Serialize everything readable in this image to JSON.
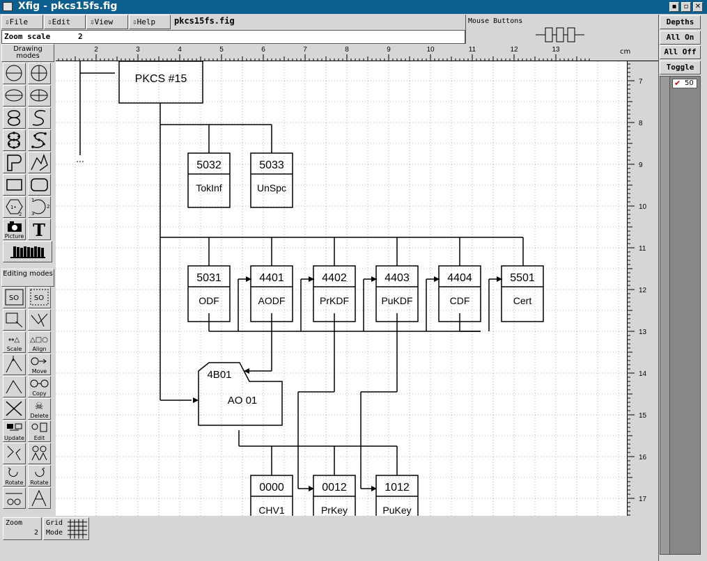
{
  "window": {
    "title": "Xfig - pkcs15fs.fig",
    "controls": [
      "▪",
      "▫",
      "✕"
    ]
  },
  "menu": {
    "file": "File",
    "edit": "Edit",
    "view": "View",
    "help": "Help"
  },
  "filename": "pkcs15fs.fig",
  "mouse_buttons_label": "Mouse Buttons",
  "zoom_scale": {
    "label": "Zoom scale",
    "value": "2"
  },
  "ruler": {
    "unit": "cm",
    "top_ticks": [
      "2",
      "3",
      "4",
      "5",
      "6",
      "7",
      "8",
      "9",
      "10",
      "11",
      "12",
      "13"
    ],
    "side_ticks": [
      "7",
      "8",
      "9",
      "10",
      "11",
      "12",
      "13",
      "14",
      "15",
      "16",
      "17"
    ]
  },
  "panels": {
    "drawing_modes": "Drawing modes",
    "editing_modes": "Editing modes"
  },
  "tool_labels": {
    "picture": "Picture",
    "scale": "Scale",
    "align": "Align",
    "move": "Move",
    "copy": "Copy",
    "delete": "Delete",
    "update": "Update",
    "edit": "Edit",
    "rotate_ccw": "Rotate",
    "rotate_cw": "Rotate"
  },
  "bottom": {
    "zoom_label": "Zoom",
    "zoom_value": "2",
    "grid_label": "Grid",
    "grid_mode": "Mode"
  },
  "depths": {
    "title": "Depths",
    "all_on": "All On",
    "all_off": "All Off",
    "toggle": "Toggle",
    "items": [
      {
        "label": "50",
        "checked": true
      }
    ]
  },
  "diagram": {
    "title_box": "PKCS #15",
    "ellipsis": "...",
    "row1": [
      {
        "id": "5032",
        "name": "TokInf"
      },
      {
        "id": "5033",
        "name": "UnSpc"
      }
    ],
    "row2": [
      {
        "id": "5031",
        "name": "ODF"
      },
      {
        "id": "4401",
        "name": "AODF"
      },
      {
        "id": "4402",
        "name": "PrKDF"
      },
      {
        "id": "4403",
        "name": "PuKDF"
      },
      {
        "id": "4404",
        "name": "CDF"
      },
      {
        "id": "5501",
        "name": "Cert"
      }
    ],
    "ao_box": {
      "id": "4B01",
      "name": "AO 01"
    },
    "row3": [
      {
        "id": "0000",
        "name": "CHV1"
      },
      {
        "id": "0012",
        "name": "PrKey"
      },
      {
        "id": "1012",
        "name": "PuKey"
      }
    ]
  }
}
